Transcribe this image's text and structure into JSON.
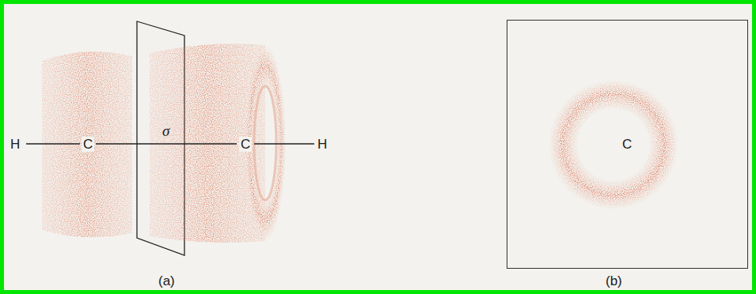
{
  "diagram": {
    "nodes": [
      {
        "text": [
          "C"
        ]
      }
    ],
    "labels": [
      "H",
      "C",
      "σ",
      "C",
      "H",
      "(a)",
      "(b)"
    ]
  }
}
